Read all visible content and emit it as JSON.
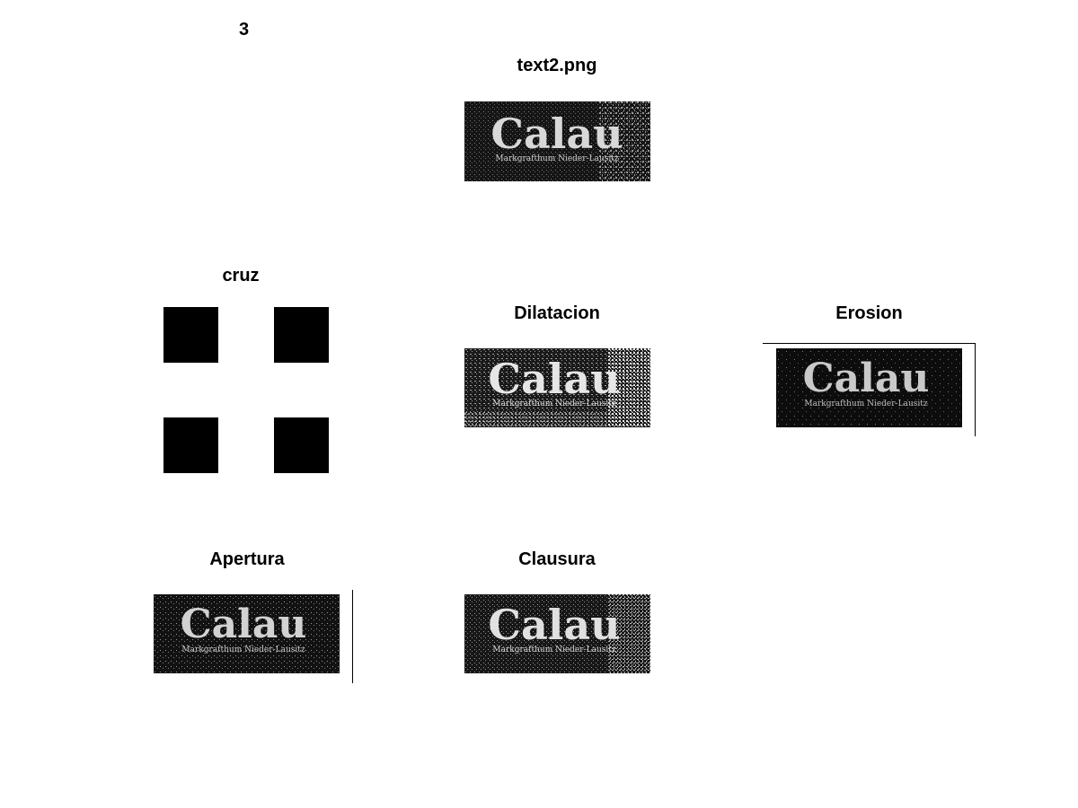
{
  "figure": {
    "number": "3"
  },
  "panels": {
    "original": {
      "title": "text2.png"
    },
    "structuring_element": {
      "title": "cruz"
    },
    "dilation": {
      "title": "Dilatacion"
    },
    "erosion": {
      "title": "Erosion"
    },
    "opening": {
      "title": "Apertura"
    },
    "closing": {
      "title": "Clausura"
    }
  },
  "image_text": {
    "headline": "Calau",
    "subtitle": "Markgrafthum Nieder-Lausitz"
  }
}
